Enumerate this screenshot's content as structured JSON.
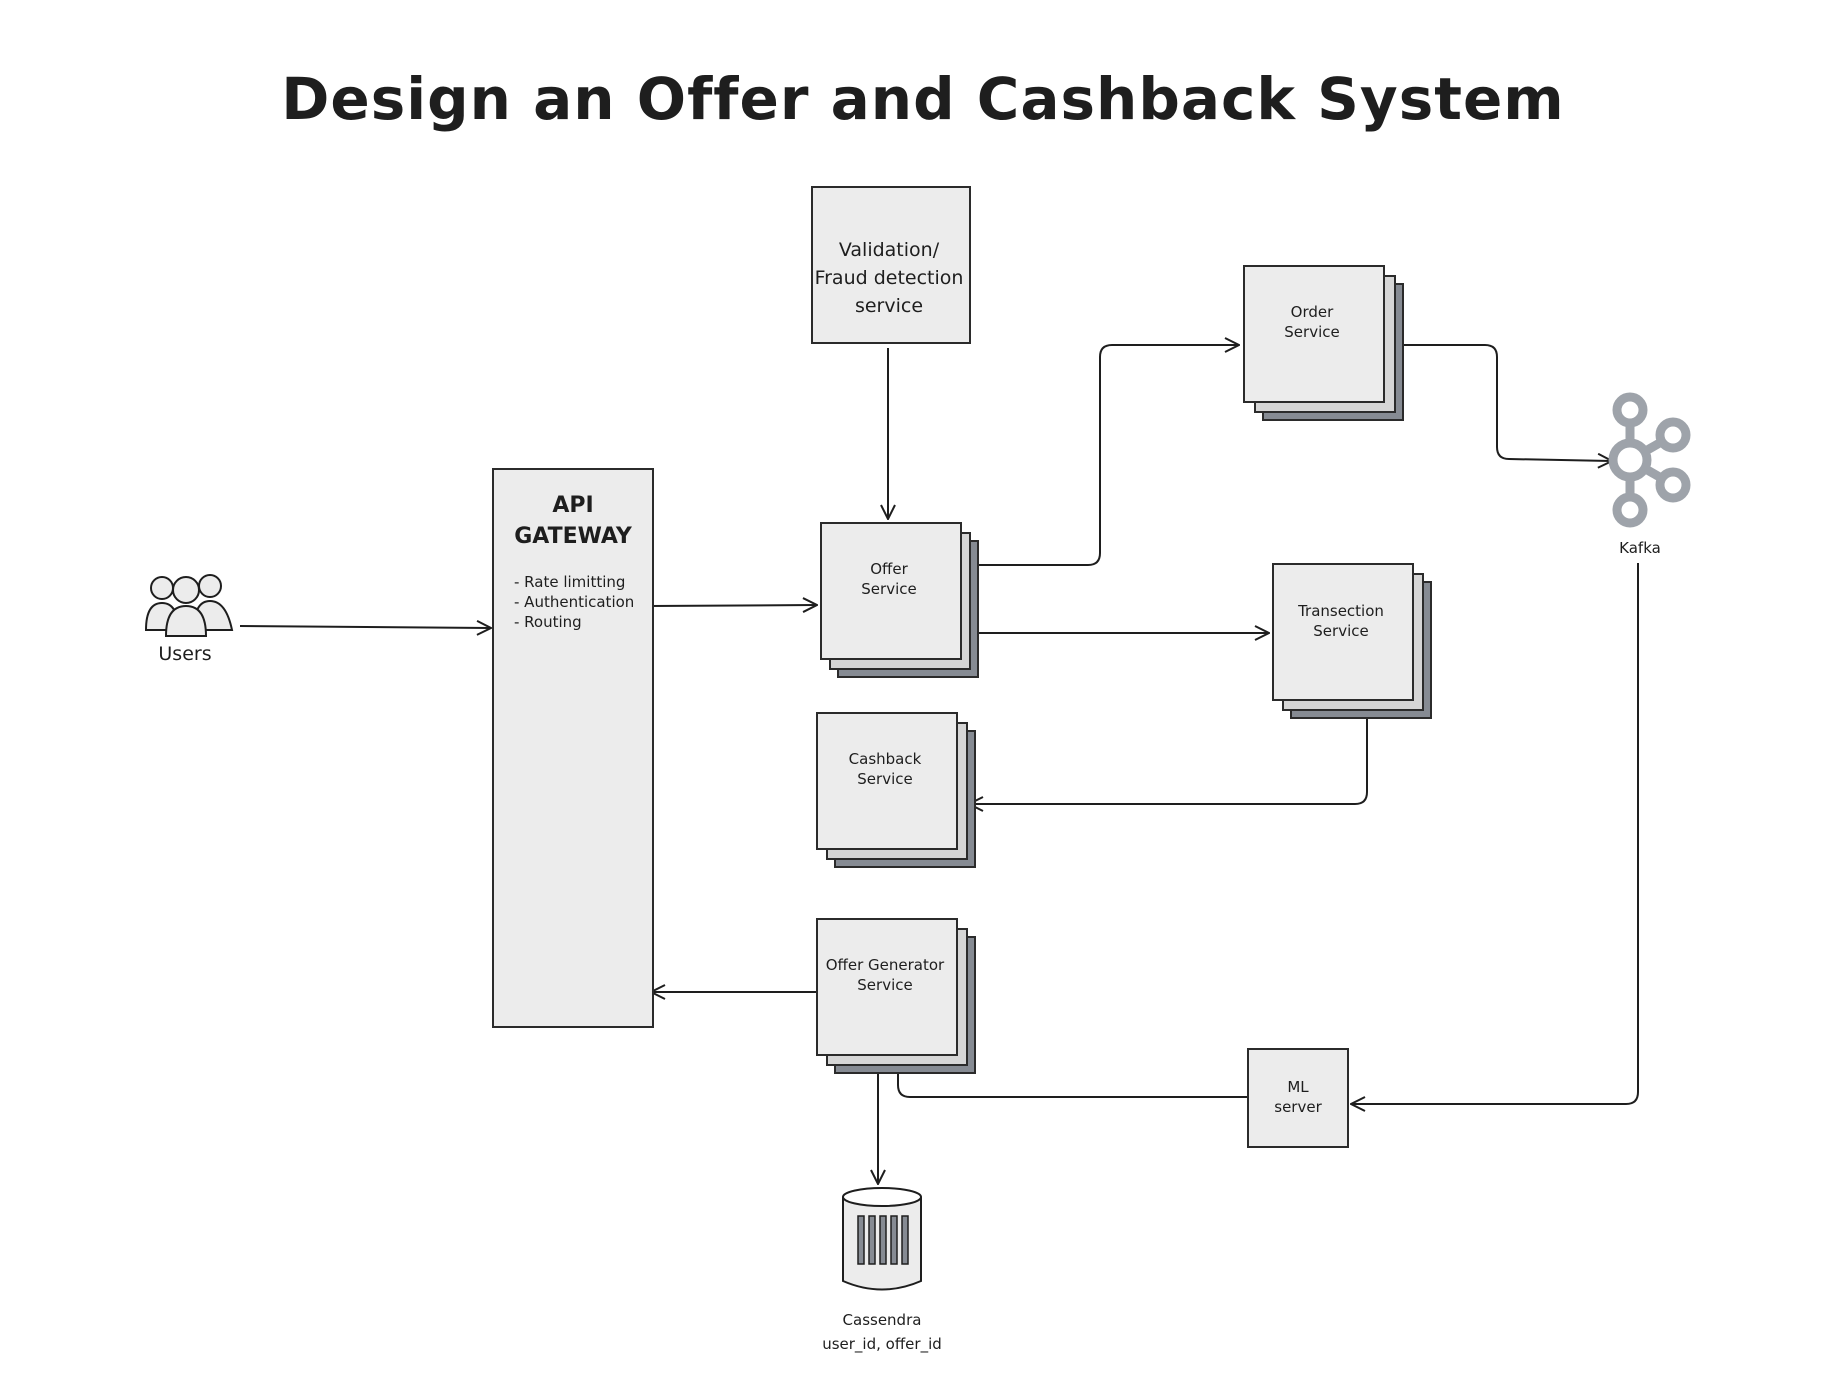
{
  "title": "Design an Offer and Cashback System",
  "nodes": {
    "users": {
      "label": "Users"
    },
    "api_gateway": {
      "title": "API\nGATEWAY",
      "features": [
        "- Rate limitting",
        "- Authentication",
        "- Routing"
      ]
    },
    "validation": {
      "label": "Validation/\nFraud detection\nservice"
    },
    "offer_service": {
      "label": "Offer\nService"
    },
    "order_service": {
      "label": "Order\nService"
    },
    "transaction_service": {
      "label": "Transection\nService"
    },
    "cashback_service": {
      "label": "Cashback\nService"
    },
    "offer_generator": {
      "label": "Offer Generator\nService"
    },
    "kafka": {
      "label": "Kafka"
    },
    "ml_server": {
      "label": "ML\nserver"
    },
    "cassandra": {
      "label": "Cassendra\nuser_id, offer_id"
    }
  },
  "colors": {
    "stroke": "#1e1e1e",
    "box_fill": "#ececec",
    "shadow_mid": "#d6d6d6",
    "shadow_dark": "#868b93",
    "kafka": "#9ea3aa"
  }
}
